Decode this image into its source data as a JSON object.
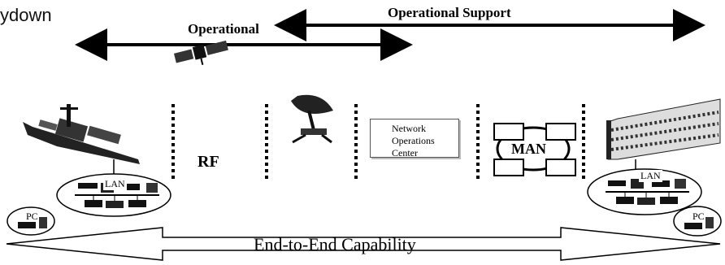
{
  "page_title": "ydown",
  "arrows": {
    "operational": "Operational",
    "operational_support": "Operational Support",
    "end_to_end": "End-to-End Capability"
  },
  "nodes": {
    "rf": "RF",
    "noc": {
      "line1": "Network",
      "line2": "Operations",
      "line3": "Center"
    },
    "man": "MAN",
    "lan_left": "LAN",
    "lan_right": "LAN",
    "pc_left": "PC",
    "pc_right": "PC"
  },
  "icons": {
    "satellite": "satellite-icon",
    "ship": "warship-icon",
    "dish": "satellite-dish-icon",
    "building": "office-building-icon"
  }
}
